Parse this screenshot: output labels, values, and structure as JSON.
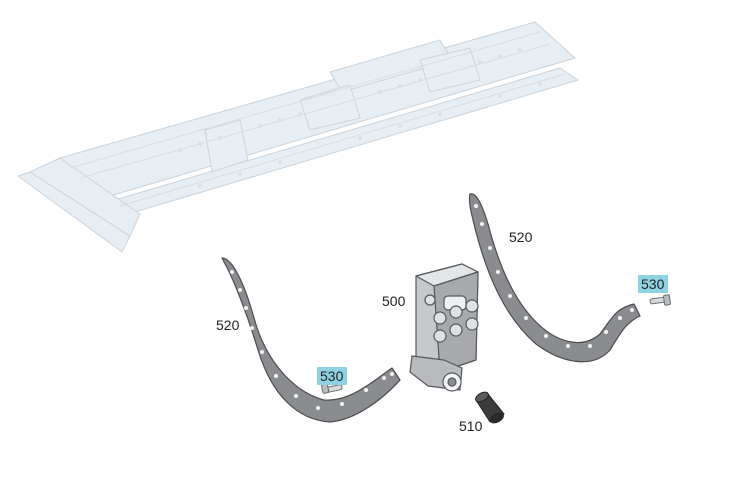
{
  "callouts": {
    "part_500": "500",
    "part_510": "510",
    "part_520_left": "520",
    "part_520_right": "520",
    "part_530_left": "530",
    "part_530_right": "530"
  },
  "colors": {
    "frame": "#e4ecf2",
    "frame_edge": "#c9d6e0",
    "part_body": "#7c7e81",
    "part_edge": "#4a4c4f",
    "highlight": "#8fd3e3"
  }
}
